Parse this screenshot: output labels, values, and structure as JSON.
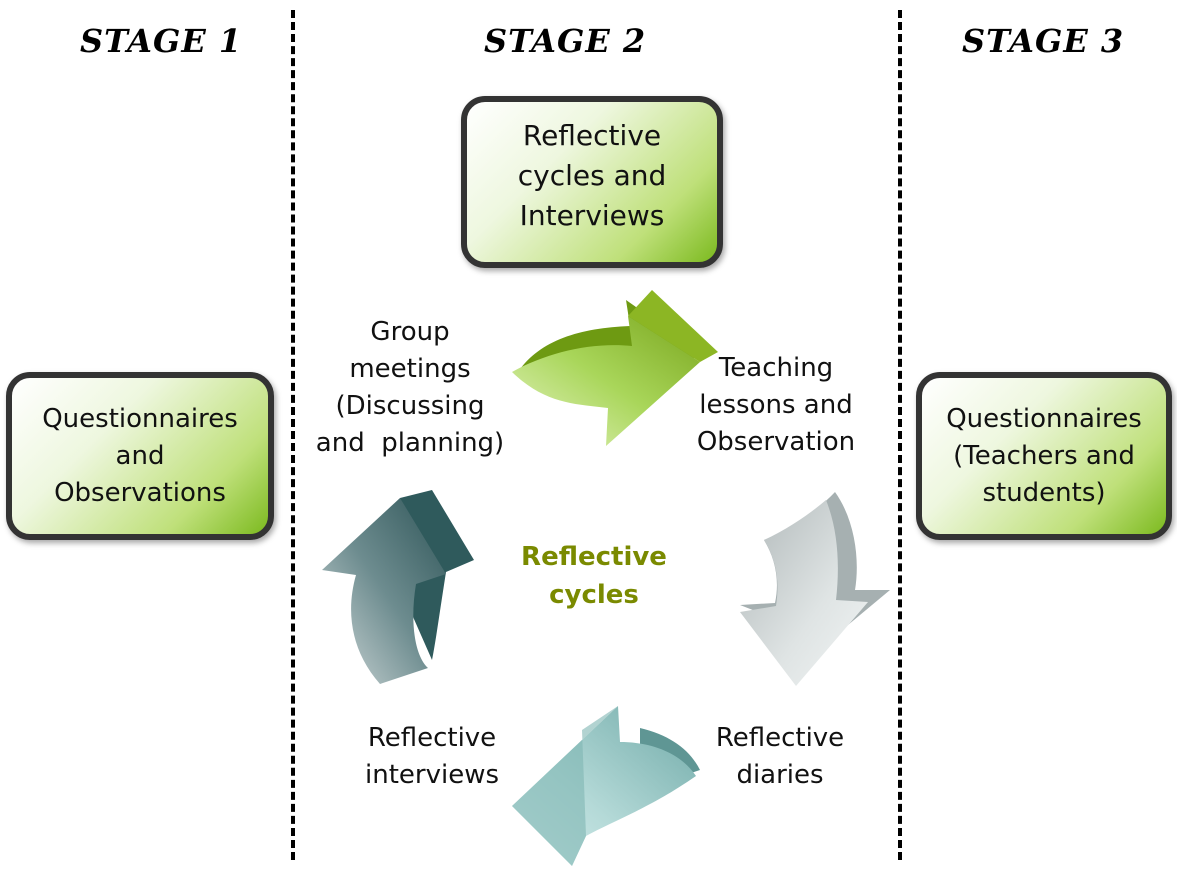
{
  "stages": [
    {
      "title": "STAGE 1"
    },
    {
      "title": "STAGE 2"
    },
    {
      "title": "STAGE 3"
    }
  ],
  "boxes": {
    "stage1": {
      "lines": [
        "Questionnaires",
        "and",
        "Observations"
      ]
    },
    "stage2": {
      "lines": [
        "Reflective",
        "cycles and",
        "Interviews"
      ]
    },
    "stage3": {
      "lines": [
        "Questionnaires",
        "(Teachers and",
        "students)"
      ]
    }
  },
  "cycle": {
    "center": [
      "Reflective",
      "cycles"
    ],
    "steps": [
      {
        "lines": [
          "Group",
          "meetings",
          "(Discussing",
          "and  planning)"
        ]
      },
      {
        "lines": [
          "Teaching",
          "lessons and",
          "Observation"
        ]
      },
      {
        "lines": [
          "Reflective",
          "diaries"
        ]
      },
      {
        "lines": [
          "Reflective",
          "interviews"
        ]
      }
    ]
  },
  "colors": {
    "box_green": "#7cba1f",
    "arrow_green": "#8bc34a",
    "arrow_grey": "#c8cfd0",
    "arrow_teal": "#8fc4c2",
    "arrow_slate": "#4f7478",
    "center_text": "#7a8a00"
  }
}
